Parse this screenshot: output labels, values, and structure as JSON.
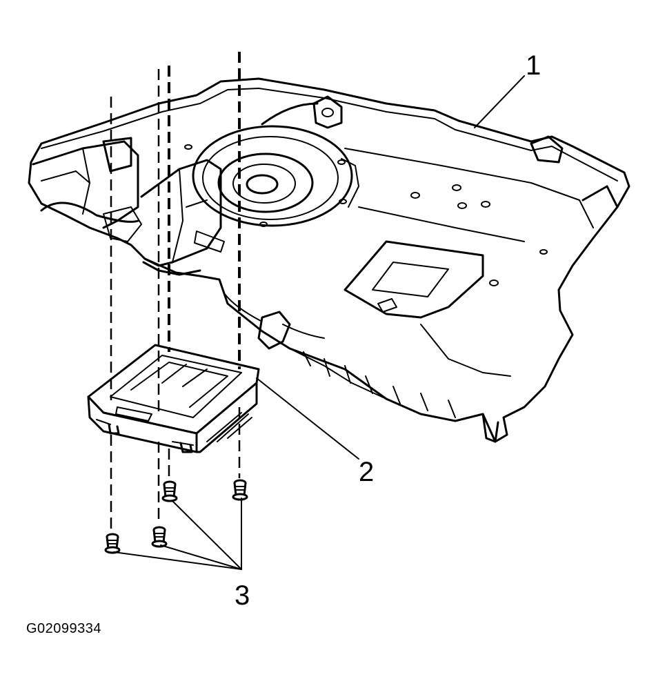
{
  "callouts": {
    "c1": "1",
    "c2": "2",
    "c3": "3"
  },
  "figure_id": "G02099334"
}
